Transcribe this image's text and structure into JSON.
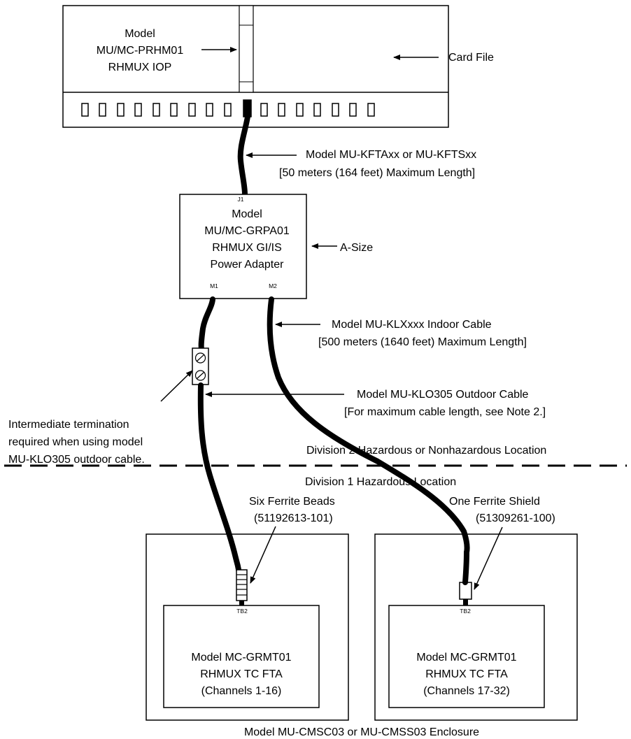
{
  "iop": {
    "line1": "Model",
    "line2": "MU/MC-PRHM01",
    "line3": "RHMUX IOP"
  },
  "card_file_label": "Card File",
  "kfta_cable": {
    "line1": "Model MU-KFTAxx or MU-KFTSxx",
    "line2": "[50 meters (164 feet) Maximum Length]"
  },
  "adapter": {
    "j1": "J1",
    "line1": "Model",
    "line2": "MU/MC-GRPA01",
    "line3": "RHMUX GI/IS",
    "line4": "Power Adapter",
    "m1": "M1",
    "m2": "M2"
  },
  "a_size_label": "A-Size",
  "indoor_cable": {
    "line1": "Model MU-KLXxxx Indoor Cable",
    "line2": "[500 meters (1640 feet) Maximum Length]"
  },
  "outdoor_cable": {
    "line1": "Model MU-KLO305 Outdoor Cable",
    "line2": "[For maximum cable length, see Note 2.]"
  },
  "intermediate_note": {
    "line1": "Intermediate termination",
    "line2": "required when using model",
    "line3": "MU-KLO305 outdoor cable."
  },
  "division2_label": "Division 2 Hazardous or Nonhazardous Location",
  "division1_label": "Division 1 Hazardous Location",
  "ferrite_beads": {
    "line1": "Six Ferrite Beads",
    "line2": "(51192613-101)"
  },
  "ferrite_shield": {
    "line1": "One Ferrite Shield",
    "line2": "(51309261-100)"
  },
  "fta_left": {
    "tb": "TB2",
    "line1": "Model MC-GRMT01",
    "line2": "RHMUX TC FTA",
    "line3": "(Channels 1-16)"
  },
  "fta_right": {
    "tb": "TB2",
    "line1": "Model MC-GRMT01",
    "line2": "RHMUX TC FTA",
    "line3": "(Channels 17-32)"
  },
  "enclosure_label": "Model MU-CMSC03 or MU-CMSS03 Enclosure"
}
